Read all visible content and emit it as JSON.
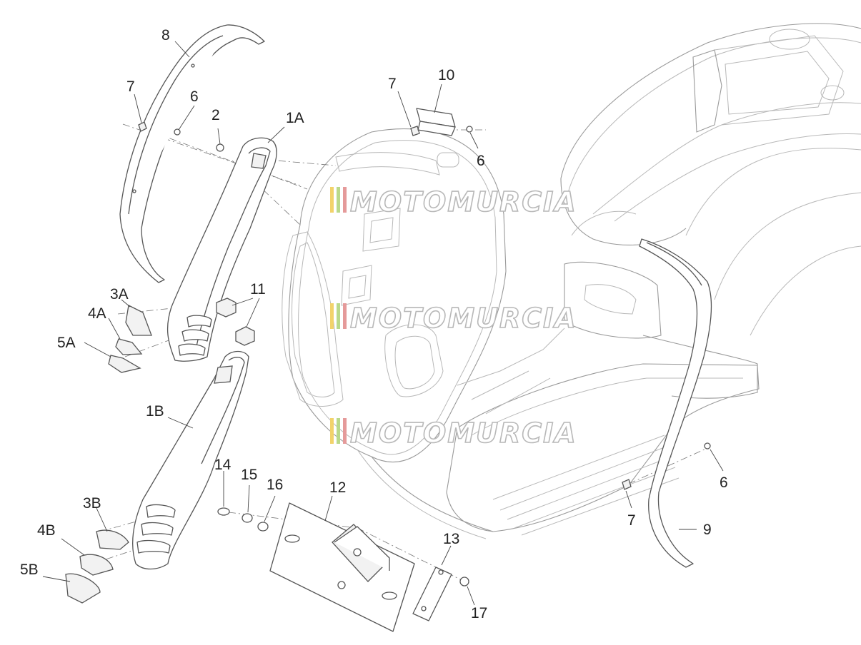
{
  "watermark": {
    "text": "MOTOMURCIA",
    "stripe_colors": [
      "#f2d36b",
      "#b9d98a",
      "#e59a9a"
    ]
  },
  "callouts": [
    {
      "id": "c8",
      "label": "8"
    },
    {
      "id": "c7a",
      "label": "7"
    },
    {
      "id": "c6a",
      "label": "6"
    },
    {
      "id": "c2",
      "label": "2"
    },
    {
      "id": "c1a",
      "label": "1A"
    },
    {
      "id": "c7b",
      "label": "7"
    },
    {
      "id": "c10",
      "label": "10"
    },
    {
      "id": "c6b",
      "label": "6"
    },
    {
      "id": "c3a",
      "label": "3A"
    },
    {
      "id": "c4a",
      "label": "4A"
    },
    {
      "id": "c5a",
      "label": "5A"
    },
    {
      "id": "c11",
      "label": "11"
    },
    {
      "id": "c1b",
      "label": "1B"
    },
    {
      "id": "c14",
      "label": "14"
    },
    {
      "id": "c15",
      "label": "15"
    },
    {
      "id": "c16",
      "label": "16"
    },
    {
      "id": "c12",
      "label": "12"
    },
    {
      "id": "c3b",
      "label": "3B"
    },
    {
      "id": "c4b",
      "label": "4B"
    },
    {
      "id": "c5b",
      "label": "5B"
    },
    {
      "id": "c13",
      "label": "13"
    },
    {
      "id": "c17",
      "label": "17"
    },
    {
      "id": "c6c",
      "label": "6"
    },
    {
      "id": "c7c",
      "label": "7"
    },
    {
      "id": "c9",
      "label": "9"
    }
  ]
}
